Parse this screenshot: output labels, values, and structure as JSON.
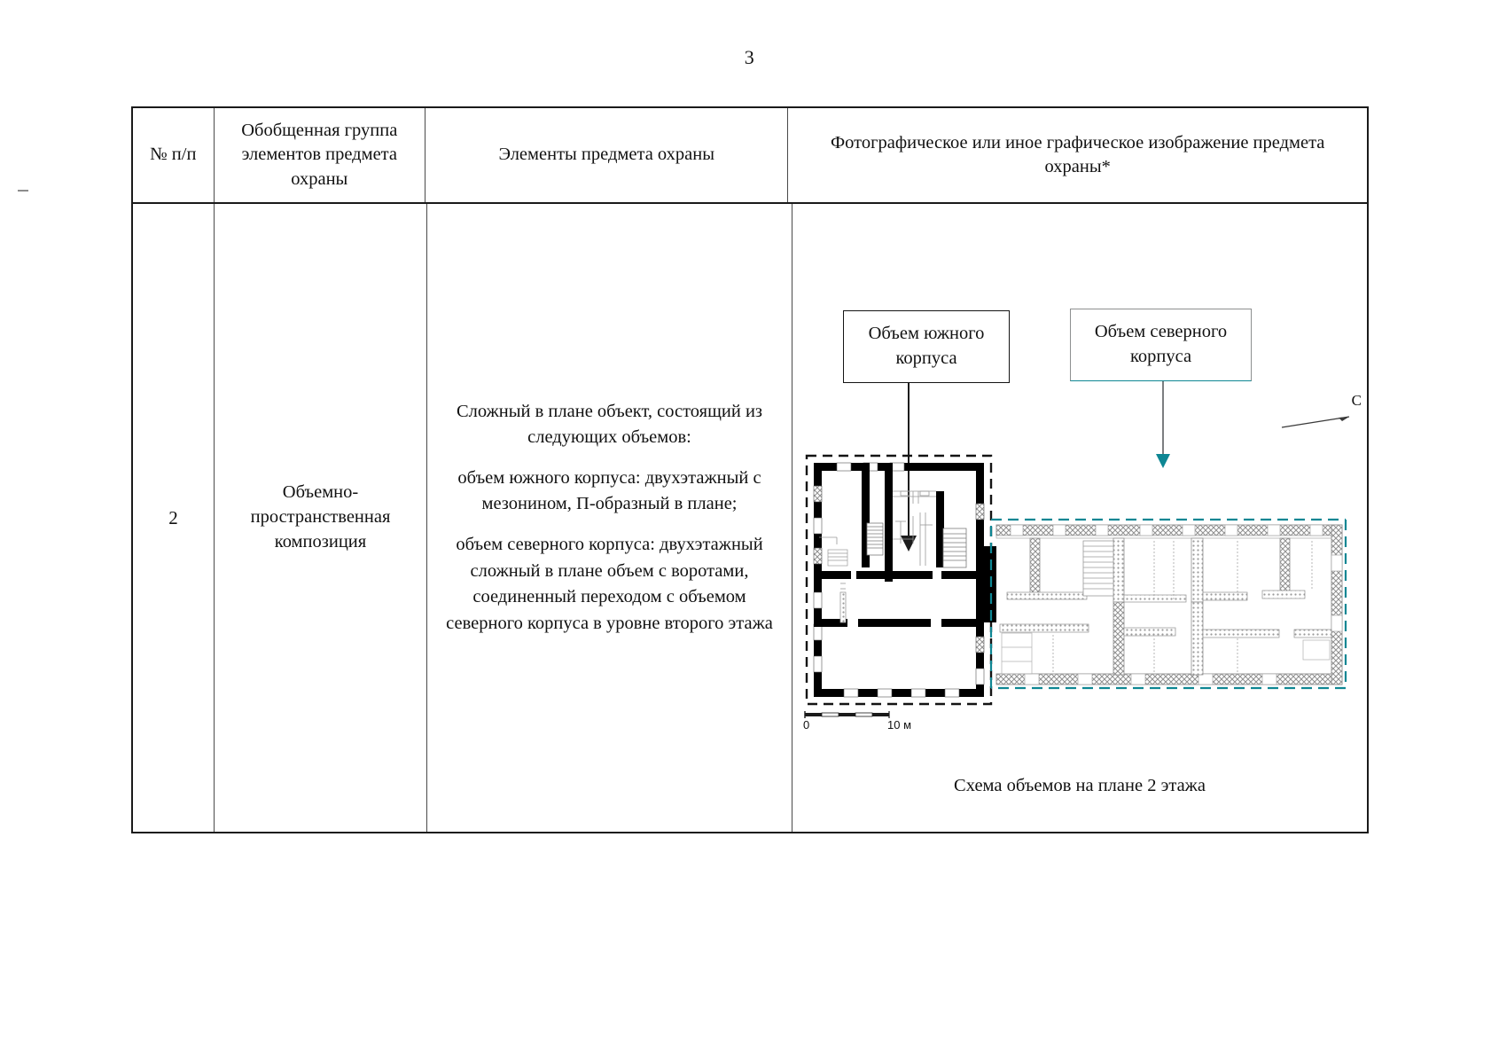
{
  "page": {
    "number": "3"
  },
  "table": {
    "headers": [
      "№ п/п",
      "Обобщенная группа элементов предмета охраны",
      "Элементы предмета охраны",
      "Фотографическое или иное графическое изображение предмета охраны*"
    ],
    "row": {
      "number": "2",
      "group": "Объемно-пространственная композиция",
      "elements": [
        "Сложный в плане объект, состоящий из следующих объемов:",
        "объем южного корпуса: двухэтажный с мезонином, П-образный в плане;",
        "объем северного корпуса: двухэтажный сложный в плане объем с воротами, соединенный переходом с объемом северного корпуса в уровне второго этажа"
      ]
    }
  },
  "graphic": {
    "callout_south": "Объем южного корпуса",
    "callout_north": "Объем северного корпуса",
    "north_letter": "С",
    "scale": {
      "zero": "0",
      "ten": "10 м"
    },
    "caption": "Схема объемов на плане 2 этажа",
    "colors": {
      "south_outline": "#141414",
      "north_outline": "#0e8693",
      "wall_black": "#000000",
      "wall_hatch": "#8a8a8a"
    }
  }
}
